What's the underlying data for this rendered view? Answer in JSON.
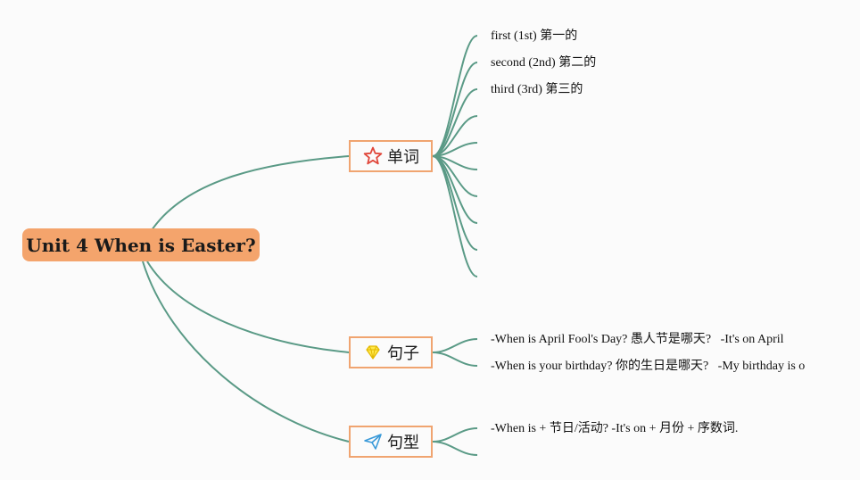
{
  "root": {
    "title": "Unit 4 When is Easter?"
  },
  "branches": [
    {
      "label": "单词",
      "icon": "star-icon",
      "items": [
        "first (1st) 第一的",
        "second (2nd) 第二的",
        "third (3rd) 第三的",
        "",
        "",
        "",
        "",
        "",
        "",
        ""
      ]
    },
    {
      "label": "句子",
      "icon": "diamond-icon",
      "items": [
        "-When is April Fool's Day? 愚人节是哪天?   -It's on April",
        "-When is your birthday? 你的生日是哪天?   -My birthday is o"
      ]
    },
    {
      "label": "句型",
      "icon": "paper-plane-icon",
      "items": [
        "-When is + 节日/活动? -It's on + 月份 + 序数词.",
        ""
      ]
    }
  ],
  "colors": {
    "line": "#5a9a86",
    "root_fill": "#f4a46c",
    "branch_border": "#f0a470"
  }
}
